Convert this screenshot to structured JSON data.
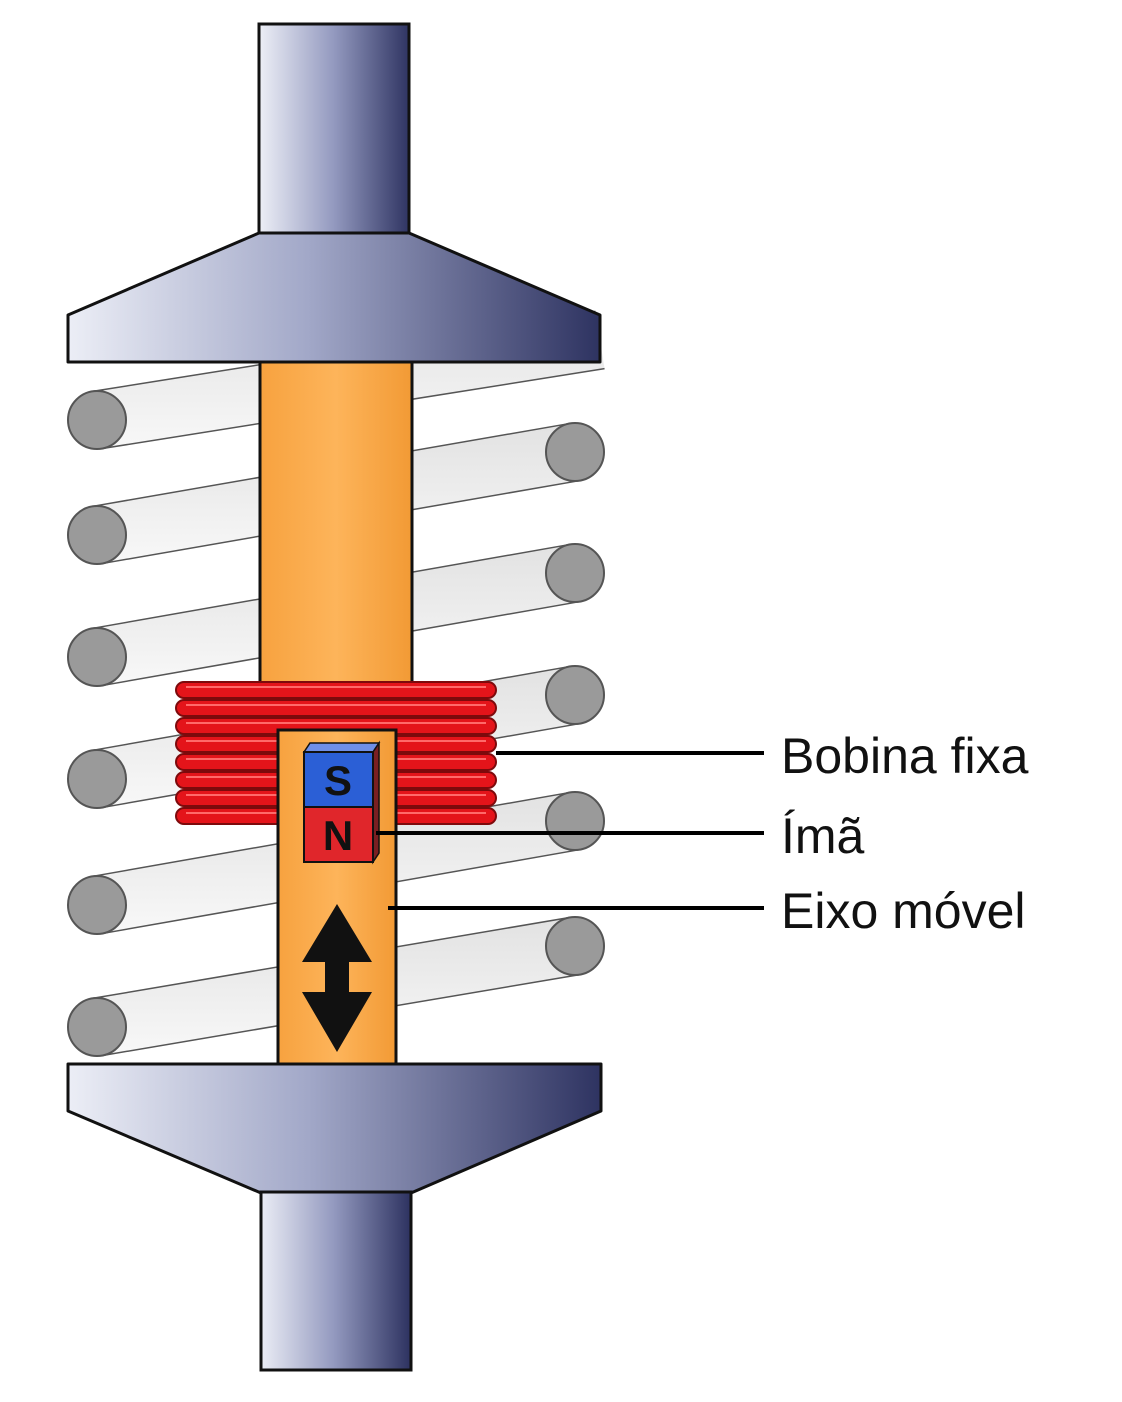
{
  "labels": {
    "coil": "Bobina fixa",
    "magnet": "Ímã",
    "shaft": "Eixo móvel"
  },
  "magnet_poles": {
    "south": "S",
    "north": "N"
  },
  "colors": {
    "housing_light": "#dfe2ef",
    "housing_dark": "#2e3361",
    "shaft_orange": "#f7a23f",
    "coil_red": "#e4141a",
    "magnet_south": "#2b5fd6",
    "magnet_north": "#e0262b",
    "spring_gray": "#9a9a9a",
    "leader_line": "#000000"
  },
  "icons": {
    "motion_arrow": "double-arrow-vertical-icon"
  }
}
